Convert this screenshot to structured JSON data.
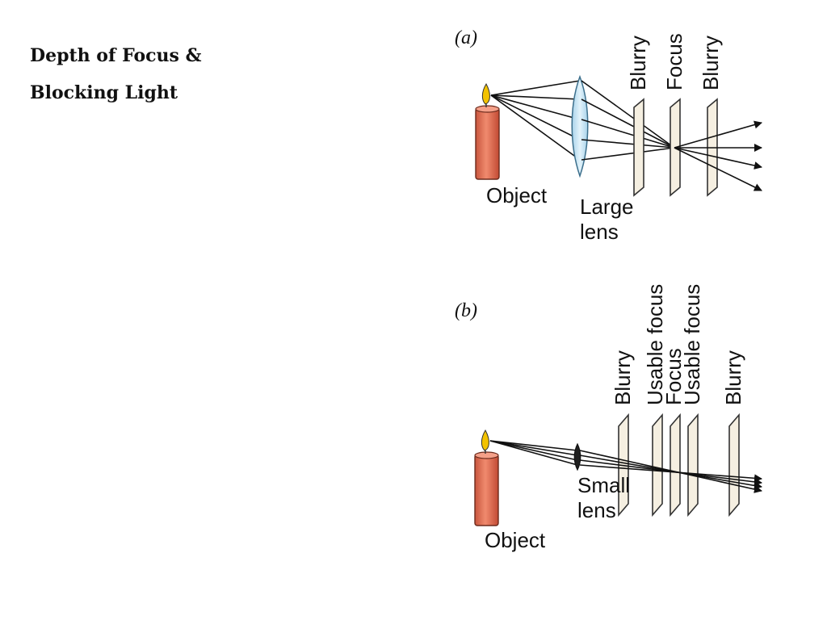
{
  "slide": {
    "title_line1": "Depth of Focus &",
    "title_line2": "Blocking Light"
  },
  "diagram_a": {
    "panel_label": "(a)",
    "object_label": "Object",
    "lens_label_line1": "Large",
    "lens_label_line2": "lens",
    "planes": [
      "Blurry",
      "Focus",
      "Blurry"
    ]
  },
  "diagram_b": {
    "panel_label": "(b)",
    "object_label": "Object",
    "lens_label_line1": "Small",
    "lens_label_line2": "lens",
    "planes": [
      "Blurry",
      "Usable focus",
      "Focus",
      "Usable focus",
      "Blurry"
    ]
  },
  "colors": {
    "candle_body": "#e8735a",
    "flame": "#f2c200",
    "lens_fill": "#bfe1f2",
    "plane_fill": "#f5efe1"
  }
}
